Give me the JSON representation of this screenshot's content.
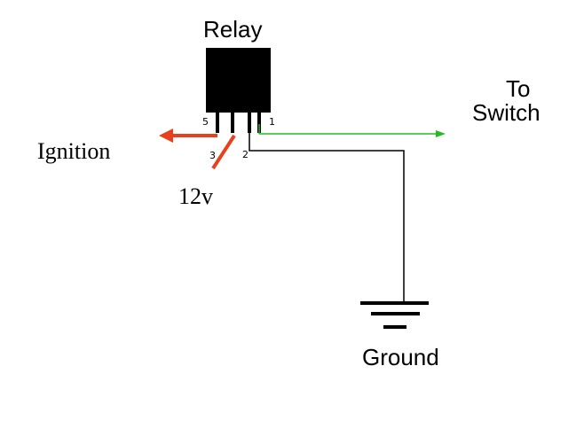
{
  "labels": {
    "relay": "Relay",
    "to_switch_line1": "To",
    "to_switch_line2": "Switch",
    "ignition": "Ignition",
    "voltage": "12v",
    "ground": "Ground"
  },
  "pins": {
    "p5": "5",
    "p1": "1",
    "p3": "3",
    "p2": "2"
  },
  "colors": {
    "relay_body": "#000000",
    "ignition_wire": "#e8401c",
    "power_wire": "#e8401c",
    "switch_wire": "#22bb22",
    "ground_wire": "#000000"
  }
}
